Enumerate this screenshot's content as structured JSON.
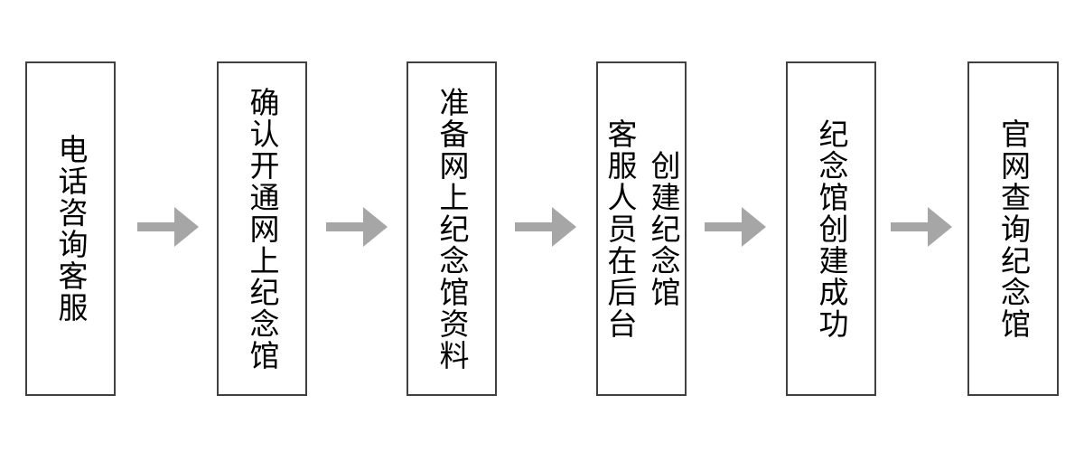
{
  "flowchart": {
    "description": "Process flow for creating an online memorial hall",
    "colors": {
      "box_border": "#404040",
      "box_fill": "#ffffff",
      "arrow": "#a6a6a6",
      "text": "#000000",
      "background": "#ffffff"
    },
    "connector_icon": "arrow-right-icon",
    "steps": [
      {
        "label": "电话咨询客服",
        "lines": [
          "电话咨询客服"
        ]
      },
      {
        "label": "确认开通网上纪念馆",
        "lines": [
          "确认开通网上纪念馆"
        ]
      },
      {
        "label": "准备网上纪念馆资料",
        "lines": [
          "准备网上纪念馆资料"
        ]
      },
      {
        "label": "客服人员在后台创建纪念馆",
        "lines": [
          "客服人员在后台",
          "创建纪念馆"
        ]
      },
      {
        "label": "纪念馆创建成功",
        "lines": [
          "纪念馆创建成功"
        ]
      },
      {
        "label": "官网查询纪念馆",
        "lines": [
          "官网查询纪念馆"
        ]
      }
    ]
  }
}
